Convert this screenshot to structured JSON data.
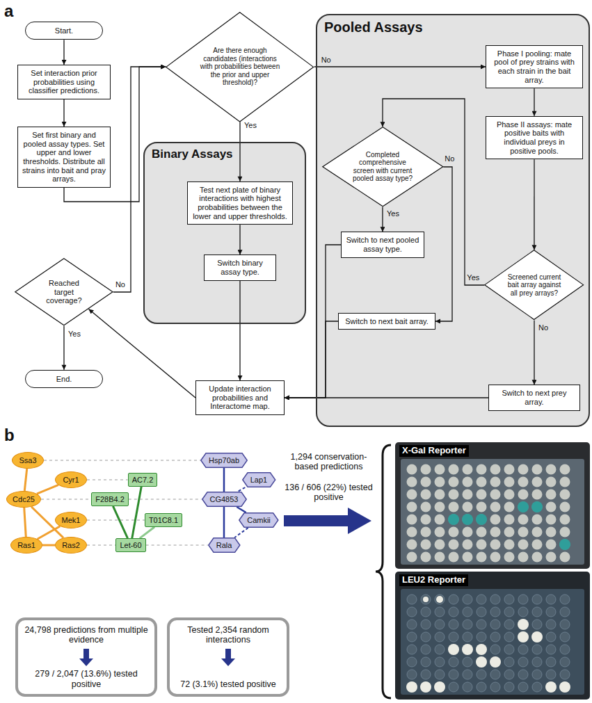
{
  "diagram": {
    "nodes": [
      {
        "text": [
          "Start."
        ]
      },
      {
        "text": [
          "Set interaction prior probabilities using classifier predictions."
        ]
      },
      {
        "text": [
          "Set first binary and pooled assay types. Set upper and lower thresholds. Distribute all strains into bait and pray arrays."
        ]
      },
      {
        "text": [
          "Are there enough candidates (interactions with probabilities between the prior and upper threshold)?"
        ]
      },
      {
        "text": [
          "Reached target coverage?"
        ]
      },
      {
        "text": [
          "End."
        ]
      },
      {
        "text": [
          "Binary Assays"
        ]
      },
      {
        "text": [
          "Test next plate of binary interactions with highest probabilities between the lower and upper thresholds."
        ],
        "in": 6
      },
      {
        "text": [
          "Switch binary assay type."
        ],
        "in": 6
      },
      {
        "text": [
          "Update interaction probabilities and Interactome map."
        ]
      },
      {
        "text": [
          "Pooled Assays"
        ]
      },
      {
        "text": [
          "Phase I pooling: mate pool of prey strains with each strain in the bait array."
        ],
        "in": 10
      },
      {
        "text": [
          "Phase II assays: mate positive baits with individual preys in positive pools."
        ],
        "in": 10
      },
      {
        "text": [
          "Completed comprehensive screen with current pooled assay type?"
        ],
        "in": 10
      },
      {
        "text": [
          "Screened current bait array against all prey arrays?"
        ],
        "in": 10
      },
      {
        "text": [
          "Switch to next pooled assay type."
        ],
        "in": 10
      },
      {
        "text": [
          "Switch to next bait array."
        ],
        "in": 10
      },
      {
        "text": [
          "Switch to next prey array."
        ],
        "in": 10
      },
      {
        "text": [
          "Ssa3"
        ]
      },
      {
        "text": [
          "Cyr1"
        ]
      },
      {
        "text": [
          "Cdc25"
        ]
      },
      {
        "text": [
          "Mek1"
        ]
      },
      {
        "text": [
          "Ras1"
        ]
      },
      {
        "text": [
          "Ras2"
        ]
      },
      {
        "text": [
          "AC7.2"
        ]
      },
      {
        "text": [
          "F28B4.2"
        ]
      },
      {
        "text": [
          "T01C8.1"
        ]
      },
      {
        "text": [
          "Let-60"
        ]
      },
      {
        "text": [
          "Hsp70ab"
        ]
      },
      {
        "text": [
          "Lap1"
        ]
      },
      {
        "text": [
          "CG4853"
        ]
      },
      {
        "text": [
          "Camkii"
        ]
      },
      {
        "text": [
          "Rala"
        ]
      },
      {
        "text": [
          "24,798 predictions from multiple evidence",
          "279 / 2,047 (13.6%) tested positive"
        ]
      },
      {
        "text": [
          "Tested 2,354 random interactions",
          "72 (3.1%) tested positive"
        ]
      }
    ],
    "edges": [
      {
        "from": 0,
        "to": 1,
        "arrow": "to"
      },
      {
        "from": 1,
        "to": 2,
        "arrow": "to"
      },
      {
        "from": 2,
        "to": 3,
        "arrow": "to"
      },
      {
        "from": 3,
        "to": 11,
        "label": "No",
        "arrow": "to"
      },
      {
        "from": 3,
        "to": 7,
        "label": "Yes",
        "arrow": "to"
      },
      {
        "from": 7,
        "to": 8,
        "arrow": "to"
      },
      {
        "from": 8,
        "to": 9,
        "arrow": "to"
      },
      {
        "from": 9,
        "to": 4,
        "arrow": "to"
      },
      {
        "from": 4,
        "to": 3,
        "label": "No",
        "arrow": "to"
      },
      {
        "from": 4,
        "to": 5,
        "label": "Yes",
        "arrow": "to"
      },
      {
        "from": 11,
        "to": 12,
        "arrow": "to"
      },
      {
        "from": 12,
        "to": 14,
        "arrow": "to"
      },
      {
        "from": 14,
        "to": 13,
        "label": "Yes",
        "arrow": "to"
      },
      {
        "from": 13,
        "to": 16,
        "label": "No",
        "arrow": "to"
      },
      {
        "from": 13,
        "to": 15,
        "label": "Yes",
        "arrow": "to"
      },
      {
        "from": 14,
        "to": 17,
        "label": "No",
        "arrow": "to"
      },
      {
        "from": 15,
        "to": 9,
        "arrow": "to"
      },
      {
        "from": 16,
        "to": 9,
        "arrow": "to"
      },
      {
        "from": 17,
        "to": 9,
        "arrow": "to"
      },
      {
        "from": 18,
        "to": 20,
        "arrow": "none"
      },
      {
        "from": 19,
        "to": 20,
        "arrow": "none"
      },
      {
        "from": 20,
        "to": 22,
        "arrow": "none"
      },
      {
        "from": 20,
        "to": 23,
        "arrow": "none"
      },
      {
        "from": 21,
        "to": 22,
        "arrow": "none"
      },
      {
        "from": 22,
        "to": 23,
        "arrow": "none"
      },
      {
        "from": 24,
        "to": 27,
        "arrow": "none"
      },
      {
        "from": 25,
        "to": 27,
        "arrow": "none"
      },
      {
        "from": 26,
        "to": 27,
        "arrow": "none"
      },
      {
        "from": 28,
        "to": 30,
        "arrow": "none"
      },
      {
        "from": 30,
        "to": 32,
        "arrow": "none"
      },
      {
        "from": 30,
        "to": 31,
        "arrow": "none"
      },
      {
        "from": 29,
        "to": 30,
        "arrow": "none"
      },
      {
        "from": 31,
        "to": 32,
        "arrow": "none"
      },
      {
        "from": 18,
        "to": 28,
        "arrow": "none"
      },
      {
        "from": 19,
        "to": 24,
        "arrow": "none"
      },
      {
        "from": 20,
        "to": 25,
        "arrow": "none"
      },
      {
        "from": 25,
        "to": 30,
        "arrow": "none"
      },
      {
        "from": 21,
        "to": 26,
        "arrow": "none"
      },
      {
        "from": 23,
        "to": 27,
        "arrow": "none"
      },
      {
        "from": 27,
        "to": 32,
        "arrow": "none"
      }
    ],
    "labels": [
      "a",
      "b",
      "1,294 conservation-based predictions",
      "136 / 606 (22%) tested positive",
      "X-Gal Reporter",
      "LEU2 Reporter"
    ]
  }
}
